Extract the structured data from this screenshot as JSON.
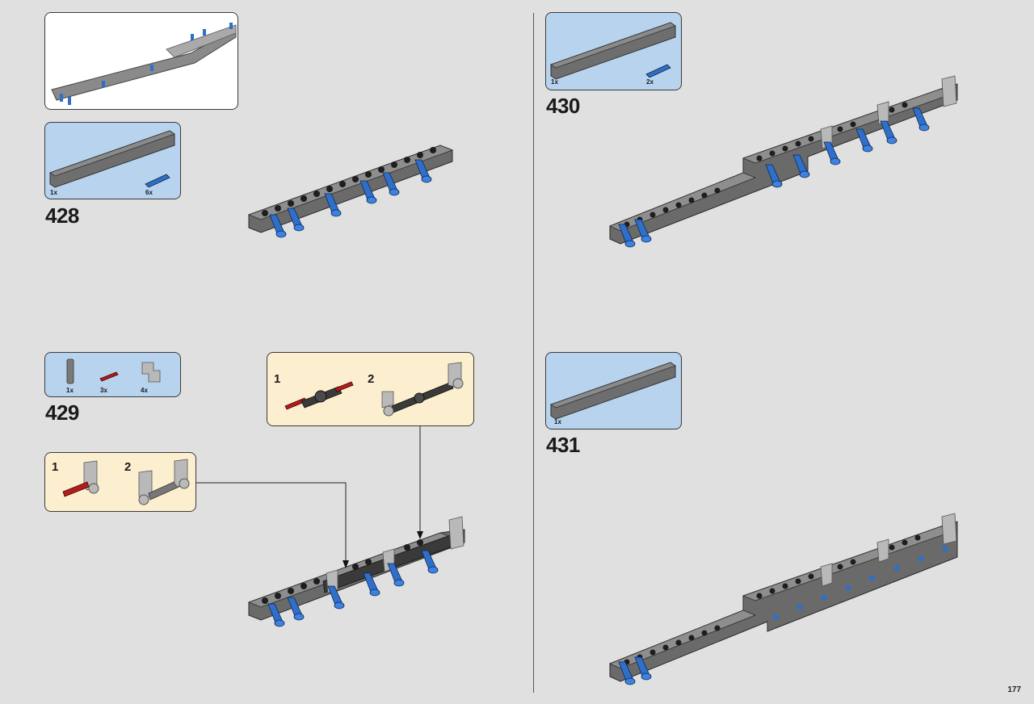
{
  "page": {
    "number": "177"
  },
  "colors": {
    "beam": "#6e6e6e",
    "pin_blue": "#2f6fc9",
    "pin_red": "#b21e1e",
    "connector": "#b9b9b9",
    "parts_bg": "#b7d3ee",
    "substep_bg": "#fcefcf",
    "page_bg": "#e0e0e0"
  },
  "steps": [
    {
      "number": "428",
      "parts": [
        {
          "qty": "1x",
          "part": "beam-15"
        },
        {
          "qty": "6x",
          "part": "blue-axle-pin"
        }
      ]
    },
    {
      "number": "429",
      "parts": [
        {
          "qty": "1x",
          "part": "axle-joiner"
        },
        {
          "qty": "3x",
          "part": "red-axle"
        },
        {
          "qty": "4x",
          "part": "angle-connector"
        }
      ],
      "substeps_a": [
        {
          "label": "1"
        },
        {
          "label": "2"
        }
      ],
      "substeps_b": [
        {
          "label": "1"
        },
        {
          "label": "2"
        }
      ]
    },
    {
      "number": "430",
      "parts": [
        {
          "qty": "1x",
          "part": "beam-15"
        },
        {
          "qty": "2x",
          "part": "blue-axle-pin"
        }
      ]
    },
    {
      "number": "431",
      "parts": [
        {
          "qty": "1x",
          "part": "beam-15"
        }
      ]
    }
  ]
}
